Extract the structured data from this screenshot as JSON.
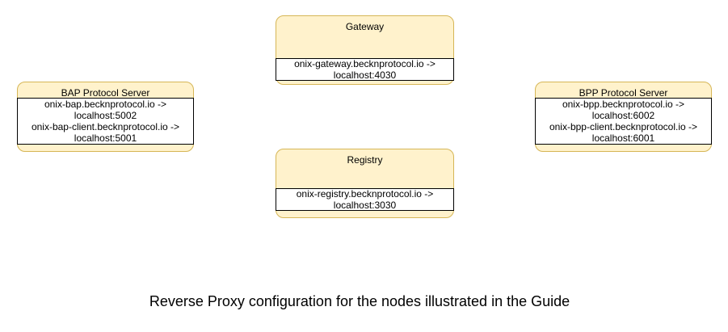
{
  "colors": {
    "background": "#ffffff",
    "node_fill": "#FFF2CC",
    "node_border": "#D6B656",
    "label_fill": "#FFFFFF",
    "label_border": "#000000",
    "text": "#000000"
  },
  "caption": "Reverse Proxy configuration for the nodes illustrated in the Guide",
  "nodes": {
    "gateway": {
      "title": "Gateway",
      "lines": [
        "onix-gateway.becknprotocol.io ->",
        "localhost:4030"
      ]
    },
    "bap": {
      "title": "BAP Protocol Server",
      "lines": [
        "onix-bap.becknprotocol.io ->",
        "localhost:5002",
        "onix-bap-client.becknprotocol.io ->",
        "localhost:5001"
      ]
    },
    "bpp": {
      "title": "BPP Protocol Server",
      "lines": [
        "onix-bpp.becknprotocol.io ->",
        "localhost:6002",
        "onix-bpp-client.becknprotocol.io ->",
        "localhost:6001"
      ]
    },
    "registry": {
      "title": "Registry",
      "lines": [
        "onix-registry.becknprotocol.io ->",
        "localhost:3030"
      ]
    }
  }
}
